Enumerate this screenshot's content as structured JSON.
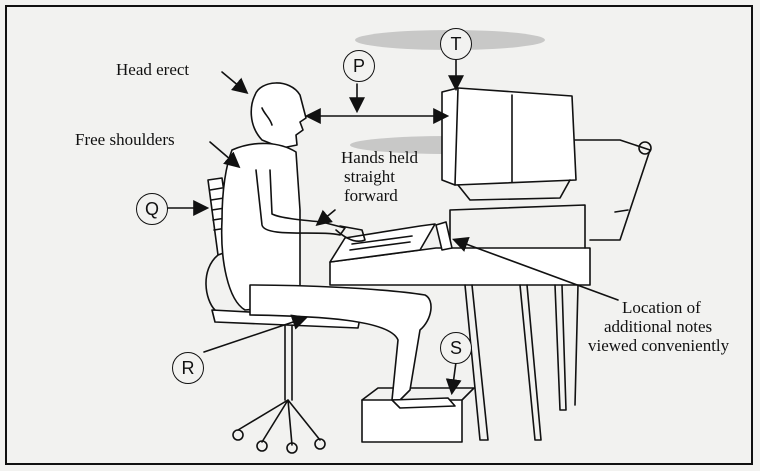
{
  "labels": {
    "head": "Head erect",
    "shoulders": "Free shoulders",
    "hands_l1": "Hands held",
    "hands_l2": "straight",
    "hands_l3": "forward",
    "loc_l1": "Location of",
    "loc_l2": "additional notes",
    "loc_l3": "viewed conveniently"
  },
  "markers": {
    "p": "P",
    "q": "Q",
    "r": "R",
    "s": "S",
    "t": "T"
  },
  "colors": {
    "ink": "#111111",
    "paper": "#f2f2f0",
    "smudge": "#b8b8b8"
  }
}
